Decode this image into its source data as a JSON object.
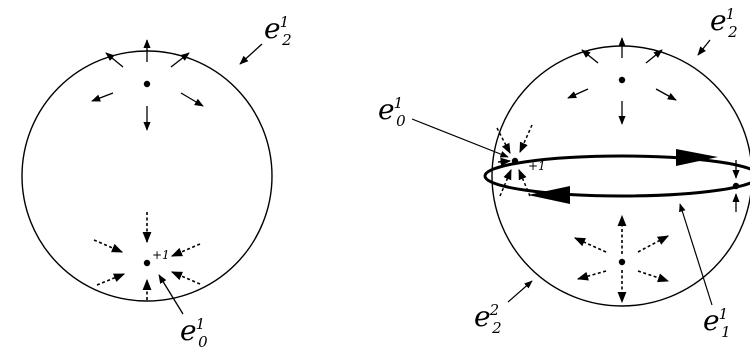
{
  "left_figure": {
    "labels": {
      "top_cell": {
        "base": "e",
        "sup": "1",
        "sub": "2"
      },
      "bottom_cell": {
        "base": "e",
        "sup": "1",
        "sub": "0"
      }
    },
    "index_mark": "+1"
  },
  "right_figure": {
    "labels": {
      "top_cell": {
        "base": "e",
        "sup": "1",
        "sub": "2"
      },
      "left_cell": {
        "base": "e",
        "sup": "1",
        "sub": "0"
      },
      "bottom_left_cell": {
        "base": "e",
        "sup": "2",
        "sub": "2"
      },
      "bottom_right_cell": {
        "base": "e",
        "sup": "1",
        "sub": "1"
      }
    },
    "index_mark": "+1"
  },
  "colors": {
    "ink": "#000000",
    "background": "#ffffff"
  }
}
